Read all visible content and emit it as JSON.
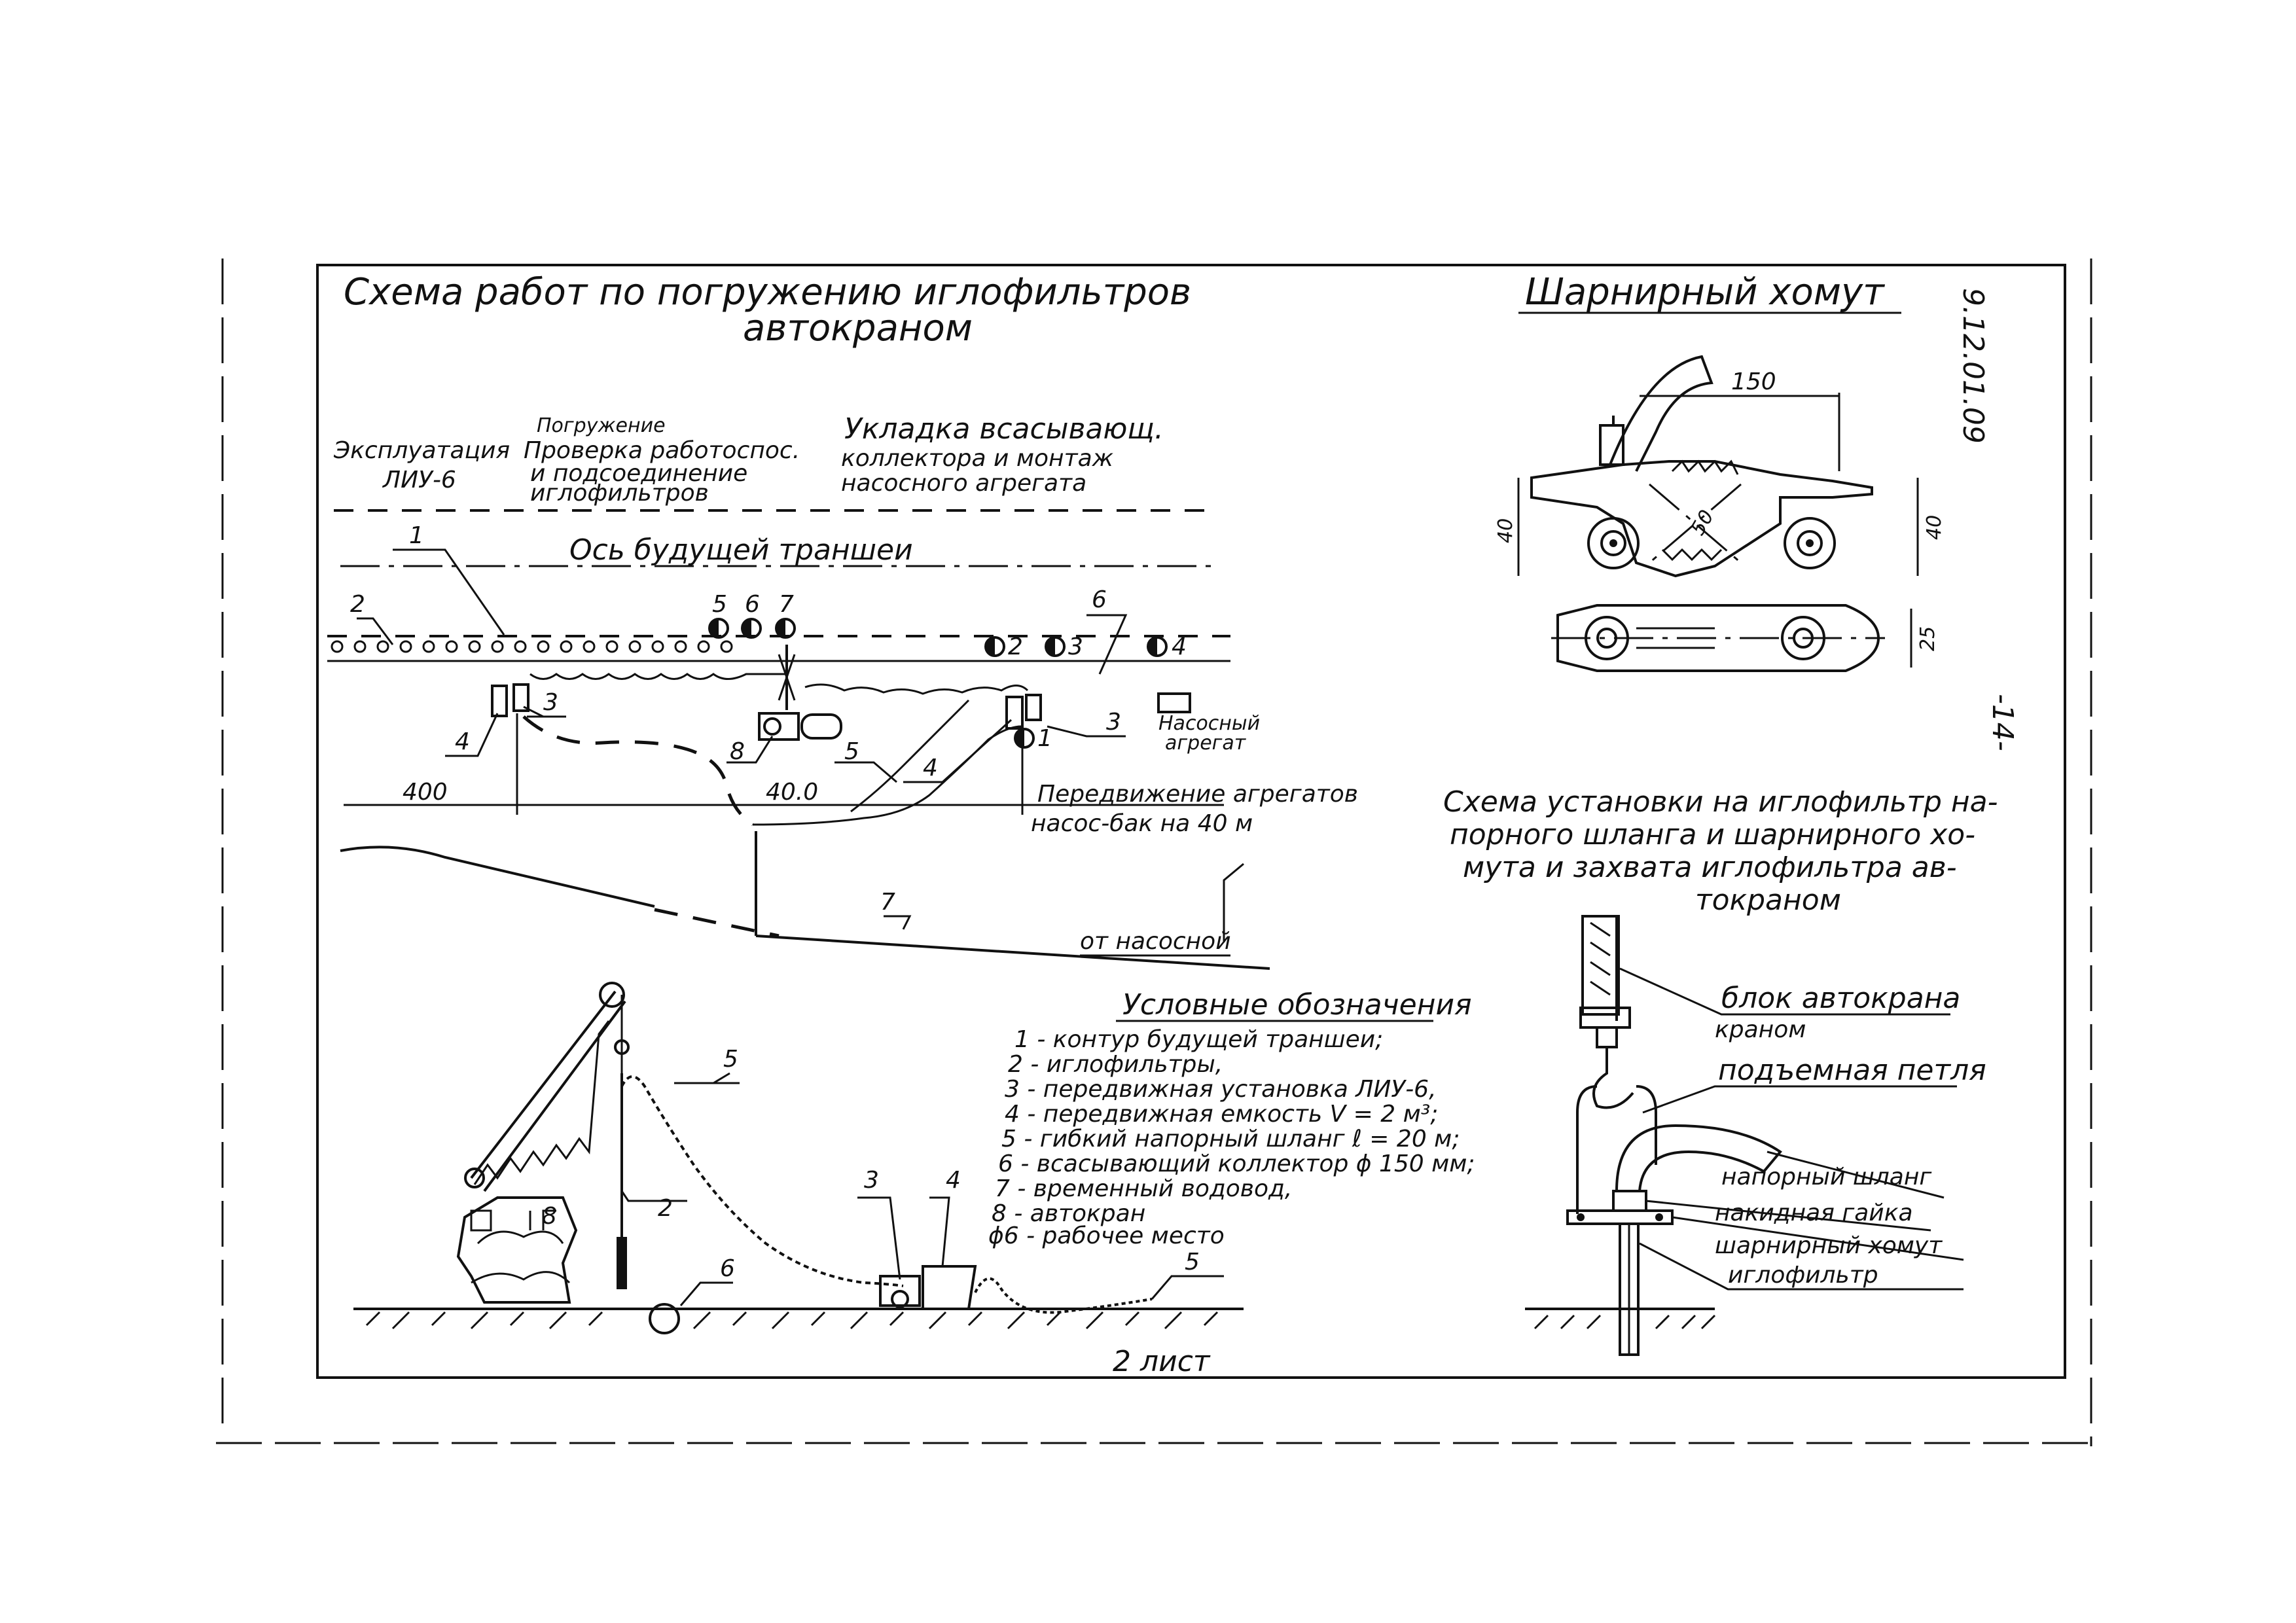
{
  "drawing": {
    "code": "9.12.01.09",
    "page_mark": "-14-",
    "sheet": "2 лист"
  },
  "left_scheme": {
    "title_line1": "Схема  работ  по  погружению  иглофильтров",
    "title_line2": "автокраном",
    "stage_1": [
      "Эксплуатация",
      "ЛИУ-6"
    ],
    "stage_2": [
      "Погружение",
      "Проверка работоспос.",
      "и подсоединение",
      "иглофильтров"
    ],
    "stage_3": [
      "Укладка  всасывающ.",
      "коллектора и монтаж",
      "насосного  агрегата"
    ],
    "axis_label": "Ось  будущей  траншеи",
    "dim_1": "400",
    "dim_2": "40.0",
    "move_note_1": "Передвижение агрегатов",
    "move_note_2": "насос-бак  на  40 м",
    "pump_label_1": "Насосный",
    "pump_label_2": "агрегат",
    "from_pump": "от  насосной",
    "markers": [
      "1",
      "2",
      "3",
      "4",
      "5",
      "6",
      "7",
      "8"
    ]
  },
  "legend": {
    "title": "Условные  обозначения",
    "items": [
      "1 - контур будущей траншеи;",
      "2 - иглофильтры,",
      "3 - передвижная установка ЛИУ-6,",
      "4 - передвижная емкость  V = 2 м³;",
      "5 - гибкий напорный шланг  ℓ = 20 м;",
      "6 - всасывающий коллектор ϕ 150 мм;",
      "7 - временный водовод,",
      "8 - автокран",
      "ϕ6 - рабочее место"
    ]
  },
  "right_top": {
    "title": "Шарнирный  хомут",
    "dims": [
      "150",
      "40",
      "50",
      "40",
      "25"
    ]
  },
  "right_bottom": {
    "title": [
      "Схема  установки на иглофильтр  на-",
      "порного  шланга  и шарнирного  хо-",
      "мута  и захвата  иглофильтра  ав-",
      "токраном"
    ],
    "callouts": [
      "блок автокрана",
      "краном",
      "подъемная  петля",
      "напорный  шланг",
      "накидная  гайка",
      "шарнирный  хомут",
      "иглофильтр"
    ]
  }
}
